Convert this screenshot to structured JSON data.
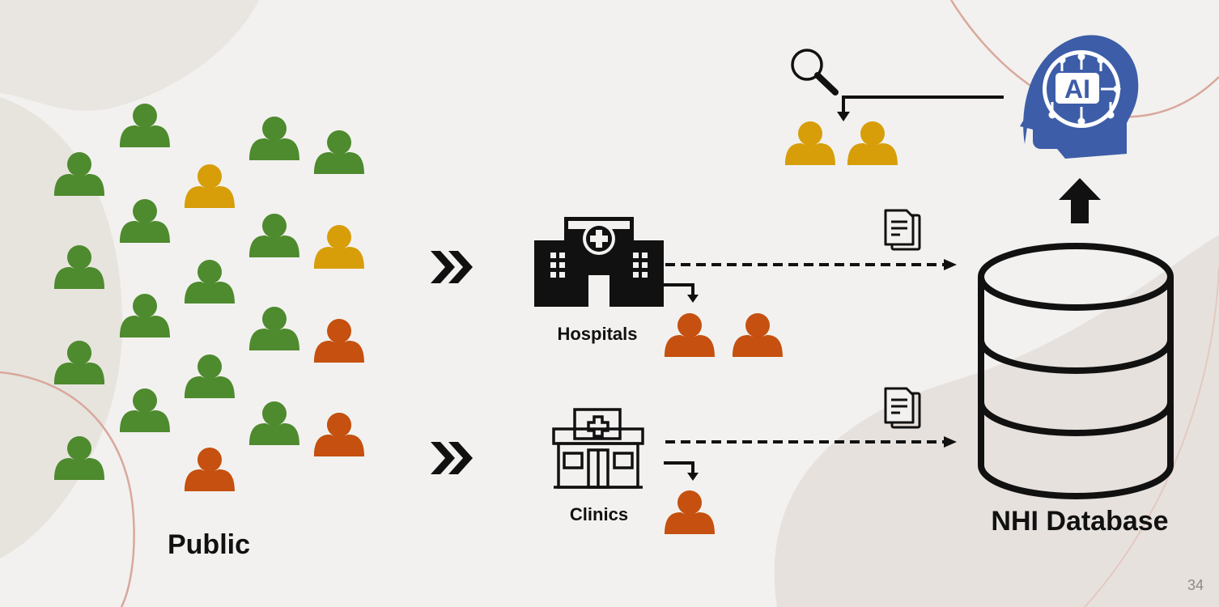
{
  "labels": {
    "public": "Public",
    "hospitals": "Hospitals",
    "clinics": "Clinics",
    "database": "NHI Database",
    "ai": "AI"
  },
  "page_number": "34",
  "colors": {
    "background": "#f2f1ef",
    "healthy": "#4e8a2e",
    "at_risk": "#d79e0a",
    "patient": "#c5500f",
    "ai_blue": "#3d5da8",
    "decor_line": "#d9a89c",
    "ink": "#111111"
  },
  "public_population": [
    "healthy",
    "healthy",
    "healthy",
    "healthy",
    "at_risk",
    "healthy",
    "healthy",
    "healthy",
    "at_risk",
    "healthy",
    "healthy",
    "healthy",
    "patient",
    "healthy",
    "healthy",
    "healthy",
    "healthy",
    "healthy",
    "healthy",
    "patient",
    "healthy",
    "patient",
    "healthy"
  ],
  "hospital_patients": [
    "patient",
    "patient"
  ],
  "clinic_patients": [
    "patient"
  ],
  "ai_flagged": [
    "at_risk",
    "at_risk"
  ],
  "icons": {
    "chevrons": "double-chevron-right-icon",
    "hospital": "hospital-building-icon",
    "clinic": "clinic-building-icon",
    "document": "document-stack-icon",
    "database": "database-icon",
    "ai": "ai-head-icon",
    "search": "magnifier-icon"
  }
}
